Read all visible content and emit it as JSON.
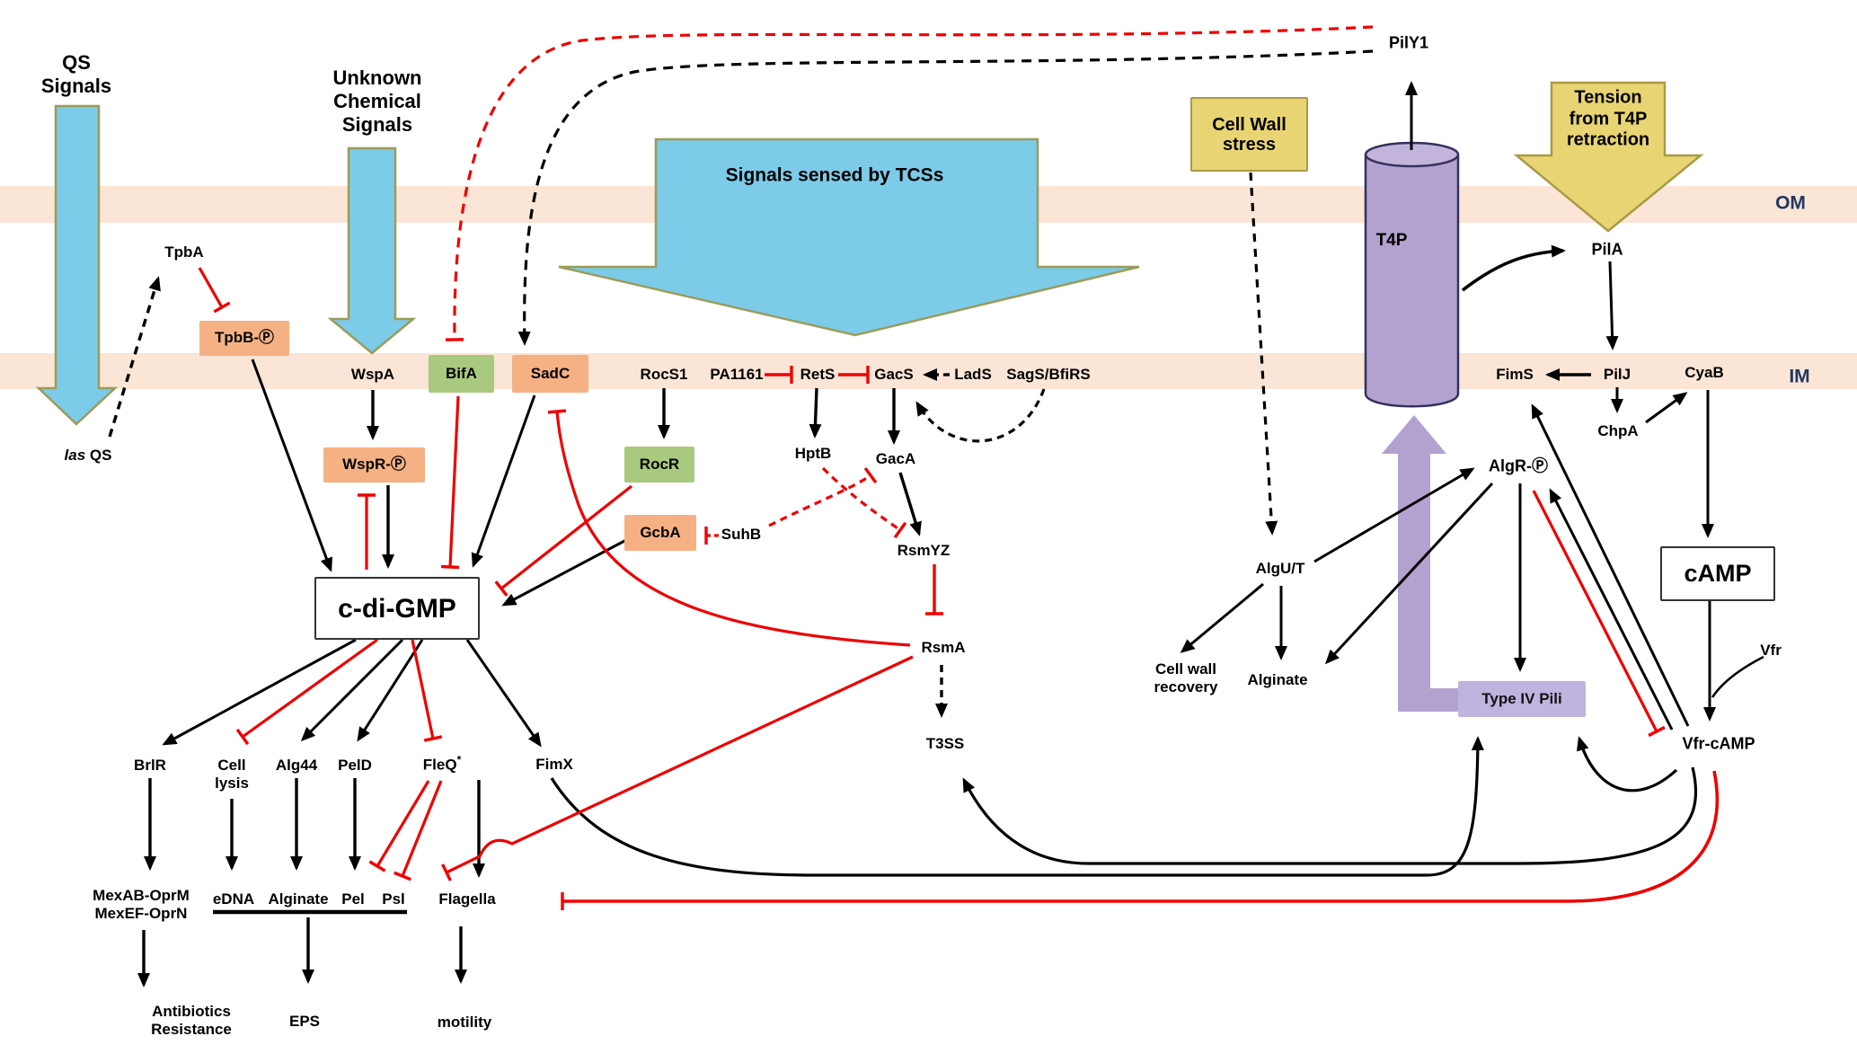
{
  "title": "c-di-GMP and cAMP signaling network diagram (two-membrane bacterial cell)",
  "membranes": {
    "outer_label": "OM",
    "inner_label": "IM"
  },
  "signals": {
    "qs": "QS\nSignals",
    "unknown": "Unknown\nChemical\nSignals",
    "tcs": "Signals sensed by TCSs",
    "cell_wall_stress": "Cell Wall\nstress",
    "tension": "Tension\nfrom T4P\nretraction"
  },
  "nodes": {
    "pily1": "PilY1",
    "t4p": "T4P",
    "pila": "PilA",
    "tpba": "TpbA",
    "tpbb": "TpbB-Ⓟ",
    "las_italic": "las",
    "las_rest": "QS",
    "wspa": "WspA",
    "wspr": "WspR-Ⓟ",
    "bifa": "BifA",
    "sadc": "SadC",
    "rocs1": "RocS1",
    "rocr": "RocR",
    "gcba": "GcbA",
    "suhb": "SuhB",
    "pa1161": "PA1161",
    "rets": "RetS",
    "gacs": "GacS",
    "lads": "LadS",
    "sags": "SagS/BfiRS",
    "hptb": "HptB",
    "gaca": "GacA",
    "rsmyz": "RsmYZ",
    "rsma": "RsmA",
    "t3ss": "T3SS",
    "fims": "FimS",
    "pilj": "PilJ",
    "cyab": "CyaB",
    "chpa": "ChpA",
    "algr": "AlgR-Ⓟ",
    "algut": "AlgU/T",
    "cell_wall_recovery": "Cell wall\nrecovery",
    "alginate_right": "Alginate",
    "camp": "cAMP",
    "vfr": "Vfr",
    "vfrcamp": "Vfr-cAMP",
    "type_iv_pili": "Type IV Pili",
    "cdigmp": "c-di-GMP",
    "brlr": "BrlR",
    "cell_lysis": "Cell\nlysis",
    "alg44": "Alg44",
    "peld": "PelD",
    "fleq": "FleQ",
    "fleq_sup": "*",
    "fimx": "FimX",
    "mex": "MexAB-OprM\nMexEF-OprN",
    "edna": "eDNA",
    "alginate_bottom": "Alginate",
    "pel": "Pel",
    "psl": "Psl",
    "flagella": "Flagella",
    "antibiotics": "Antibiotics\nResistance",
    "eps": "EPS",
    "motility": "motility"
  },
  "edges": [
    {
      "from": "las QS",
      "to": "TpbA",
      "effect": "activation",
      "style": "dashed"
    },
    {
      "from": "TpbA",
      "to": "TpbB-Ⓟ",
      "effect": "inhibition",
      "style": "solid"
    },
    {
      "from": "TpbB-Ⓟ",
      "to": "c-di-GMP",
      "effect": "activation",
      "style": "solid"
    },
    {
      "from": "WspA",
      "to": "WspR-Ⓟ",
      "effect": "activation",
      "style": "solid"
    },
    {
      "from": "WspR-Ⓟ",
      "to": "c-di-GMP",
      "effect": "activation",
      "style": "solid"
    },
    {
      "from": "c-di-GMP",
      "to": "WspR-Ⓟ",
      "effect": "inhibition",
      "style": "solid"
    },
    {
      "from": "BifA",
      "to": "c-di-GMP",
      "effect": "inhibition",
      "style": "solid"
    },
    {
      "from": "SadC",
      "to": "c-di-GMP",
      "effect": "activation",
      "style": "solid"
    },
    {
      "from": "PilY1",
      "to": "BifA",
      "effect": "inhibition",
      "style": "dashed"
    },
    {
      "from": "PilY1",
      "to": "SadC",
      "effect": "activation",
      "style": "dashed"
    },
    {
      "from": "RocS1",
      "to": "RocR",
      "effect": "activation",
      "style": "solid"
    },
    {
      "from": "RocR",
      "to": "c-di-GMP",
      "effect": "inhibition",
      "style": "solid"
    },
    {
      "from": "GcbA",
      "to": "c-di-GMP",
      "effect": "activation",
      "style": "solid"
    },
    {
      "from": "SuhB",
      "to": "GcbA",
      "effect": "inhibition",
      "style": "dashed"
    },
    {
      "from": "SuhB",
      "to": "GacA",
      "effect": "inhibition",
      "style": "dashed"
    },
    {
      "from": "HptB",
      "to": "RsmYZ",
      "effect": "inhibition",
      "style": "dashed"
    },
    {
      "from": "PA1161",
      "to": "RetS",
      "effect": "inhibition",
      "style": "solid"
    },
    {
      "from": "RetS",
      "to": "GacS",
      "effect": "inhibition",
      "style": "solid"
    },
    {
      "from": "LadS",
      "to": "GacS",
      "effect": "activation",
      "style": "dashed"
    },
    {
      "from": "SagS/BfiRS",
      "to": "GacS",
      "effect": "activation",
      "style": "dashed"
    },
    {
      "from": "RetS",
      "to": "HptB",
      "effect": "activation",
      "style": "solid"
    },
    {
      "from": "GacS",
      "to": "GacA",
      "effect": "activation",
      "style": "solid"
    },
    {
      "from": "GacA",
      "to": "RsmYZ",
      "effect": "activation",
      "style": "solid"
    },
    {
      "from": "RsmYZ",
      "to": "RsmA",
      "effect": "inhibition",
      "style": "solid"
    },
    {
      "from": "RsmA",
      "to": "T3SS",
      "effect": "activation",
      "style": "dashed"
    },
    {
      "from": "RsmA",
      "to": "SadC",
      "effect": "inhibition",
      "style": "solid"
    },
    {
      "from": "RsmA",
      "to": "Psl",
      "effect": "inhibition",
      "style": "solid"
    },
    {
      "from": "c-di-GMP",
      "to": "BrlR",
      "effect": "activation",
      "style": "solid"
    },
    {
      "from": "c-di-GMP",
      "to": "Cell lysis",
      "effect": "inhibition",
      "style": "solid"
    },
    {
      "from": "c-di-GMP",
      "to": "Alg44",
      "effect": "activation",
      "style": "solid"
    },
    {
      "from": "c-di-GMP",
      "to": "PelD",
      "effect": "activation",
      "style": "solid"
    },
    {
      "from": "c-di-GMP",
      "to": "FleQ*",
      "effect": "inhibition",
      "style": "solid"
    },
    {
      "from": "c-di-GMP",
      "to": "FimX",
      "effect": "activation",
      "style": "solid"
    },
    {
      "from": "BrlR",
      "to": "MexAB-OprM MexEF-OprN",
      "effect": "activation",
      "style": "solid"
    },
    {
      "from": "MexAB-OprM MexEF-OprN",
      "to": "Antibiotics Resistance",
      "effect": "activation",
      "style": "solid"
    },
    {
      "from": "Cell lysis",
      "to": "eDNA",
      "effect": "activation",
      "style": "solid"
    },
    {
      "from": "Alg44",
      "to": "Alginate",
      "effect": "activation",
      "style": "solid"
    },
    {
      "from": "PelD",
      "to": "Pel",
      "effect": "activation",
      "style": "solid"
    },
    {
      "from": "FleQ*",
      "to": "Pel",
      "effect": "inhibition",
      "style": "solid"
    },
    {
      "from": "FleQ*",
      "to": "Psl",
      "effect": "inhibition",
      "style": "solid"
    },
    {
      "from": "FleQ*",
      "to": "Flagella",
      "effect": "activation",
      "style": "solid"
    },
    {
      "from": "eDNA Alginate Pel Psl",
      "to": "EPS",
      "effect": "activation",
      "style": "solid"
    },
    {
      "from": "Flagella",
      "to": "motility",
      "effect": "activation",
      "style": "solid"
    },
    {
      "from": "FimX",
      "to": "Type IV Pili",
      "effect": "activation",
      "style": "solid"
    },
    {
      "from": "Cell Wall stress",
      "to": "AlgU/T",
      "effect": "activation",
      "style": "dashed"
    },
    {
      "from": "AlgU/T",
      "to": "Cell wall recovery",
      "effect": "activation",
      "style": "solid"
    },
    {
      "from": "AlgU/T",
      "to": "Alginate",
      "effect": "activation",
      "style": "solid"
    },
    {
      "from": "AlgU/T",
      "to": "AlgR-Ⓟ",
      "effect": "activation",
      "style": "solid"
    },
    {
      "from": "AlgR-Ⓟ",
      "to": "Alginate",
      "effect": "activation",
      "style": "solid"
    },
    {
      "from": "AlgR-Ⓟ",
      "to": "Type IV Pili",
      "effect": "activation",
      "style": "solid"
    },
    {
      "from": "AlgR-Ⓟ",
      "to": "Vfr-cAMP",
      "effect": "inhibition",
      "style": "solid"
    },
    {
      "from": "Vfr-cAMP",
      "to": "FimS",
      "effect": "activation",
      "style": "solid"
    },
    {
      "from": "Vfr-cAMP",
      "to": "AlgR-Ⓟ",
      "effect": "activation",
      "style": "solid"
    },
    {
      "from": "Vfr-cAMP",
      "to": "Type IV Pili",
      "effect": "activation",
      "style": "solid"
    },
    {
      "from": "Vfr-cAMP",
      "to": "T3SS",
      "effect": "activation",
      "style": "solid"
    },
    {
      "from": "Vfr-cAMP",
      "to": "Flagella",
      "effect": "inhibition",
      "style": "solid"
    },
    {
      "from": "T4P",
      "to": "PilY1",
      "effect": "activation",
      "style": "solid"
    },
    {
      "from": "T4P",
      "to": "PilA",
      "effect": "activation",
      "style": "solid"
    },
    {
      "from": "PilA",
      "to": "PilJ",
      "effect": "activation",
      "style": "solid"
    },
    {
      "from": "PilJ",
      "to": "FimS",
      "effect": "activation",
      "style": "solid"
    },
    {
      "from": "PilJ",
      "to": "ChpA",
      "effect": "activation",
      "style": "solid"
    },
    {
      "from": "ChpA",
      "to": "CyaB",
      "effect": "activation",
      "style": "solid"
    },
    {
      "from": "CyaB",
      "to": "cAMP",
      "effect": "activation",
      "style": "solid"
    },
    {
      "from": "cAMP",
      "to": "Vfr-cAMP",
      "effect": "activation",
      "style": "solid"
    },
    {
      "from": "Vfr",
      "to": "Vfr-cAMP",
      "effect": "activation",
      "style": "solid"
    },
    {
      "from": "FimS",
      "to": "AlgR-Ⓟ",
      "effect": "activation",
      "style": "solid"
    },
    {
      "from": "Type IV Pili",
      "to": "T4P",
      "effect": "activation",
      "style": "solid"
    }
  ],
  "colors": {
    "membrane": "#FBE5D6",
    "signal_arrow_blue": "#7CCBE8",
    "signal_arrow_border": "#9C9B59",
    "yellow_box": "#E8D473",
    "yellow_border": "#A89A45",
    "purple": "#B3A2CF",
    "purple_light": "#BFB4DF",
    "purple_border": "#35305E",
    "orange_box": "#F5B183",
    "green_box": "#A8C97E",
    "inhibition_red": "#EE0000",
    "activation_black": "#000000",
    "membrane_label_navy": "#1F3864"
  }
}
